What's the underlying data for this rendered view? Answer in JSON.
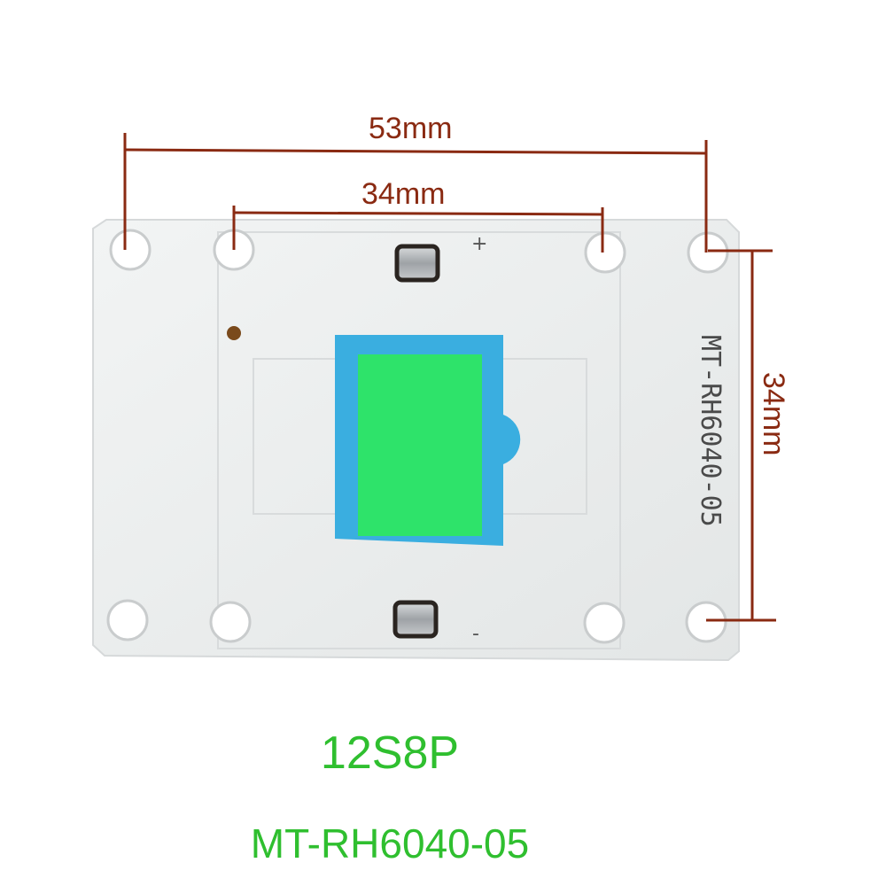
{
  "dimensions": {
    "overall_width": "53mm",
    "hole_spacing": "34mm",
    "height": "34mm"
  },
  "board": {
    "silkscreen_model": "MT-RH6040-05",
    "plus_mark": "+",
    "minus_mark": "-",
    "colors": {
      "board": "#eceeee",
      "chip_frame": "#3aaee0",
      "chip_phosphor": "#2ee36a",
      "dimension_line": "#8a2a12"
    }
  },
  "captions": {
    "configuration": "12S8P",
    "model": "MT-RH6040-05",
    "color": "#2fbf2f"
  }
}
